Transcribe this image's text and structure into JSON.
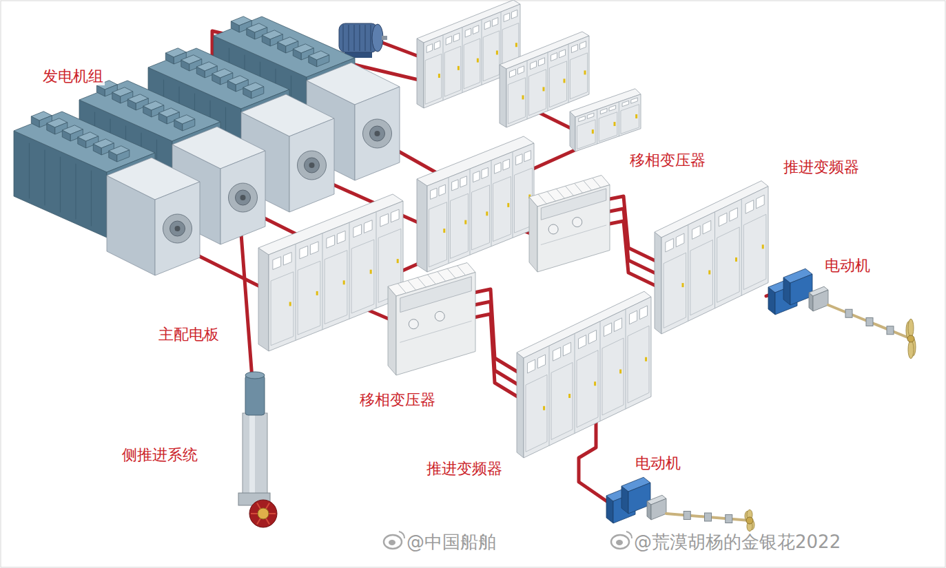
{
  "diagram": {
    "labels": [
      "发电机组",
      "移相变压器",
      "推进变频器",
      "电动机",
      "主配电板",
      "移相变压器",
      "推进变频器",
      "电动机",
      "侧推进系统",
      "@中国船舶",
      "@荒漠胡杨的金银花2022"
    ]
  }
}
